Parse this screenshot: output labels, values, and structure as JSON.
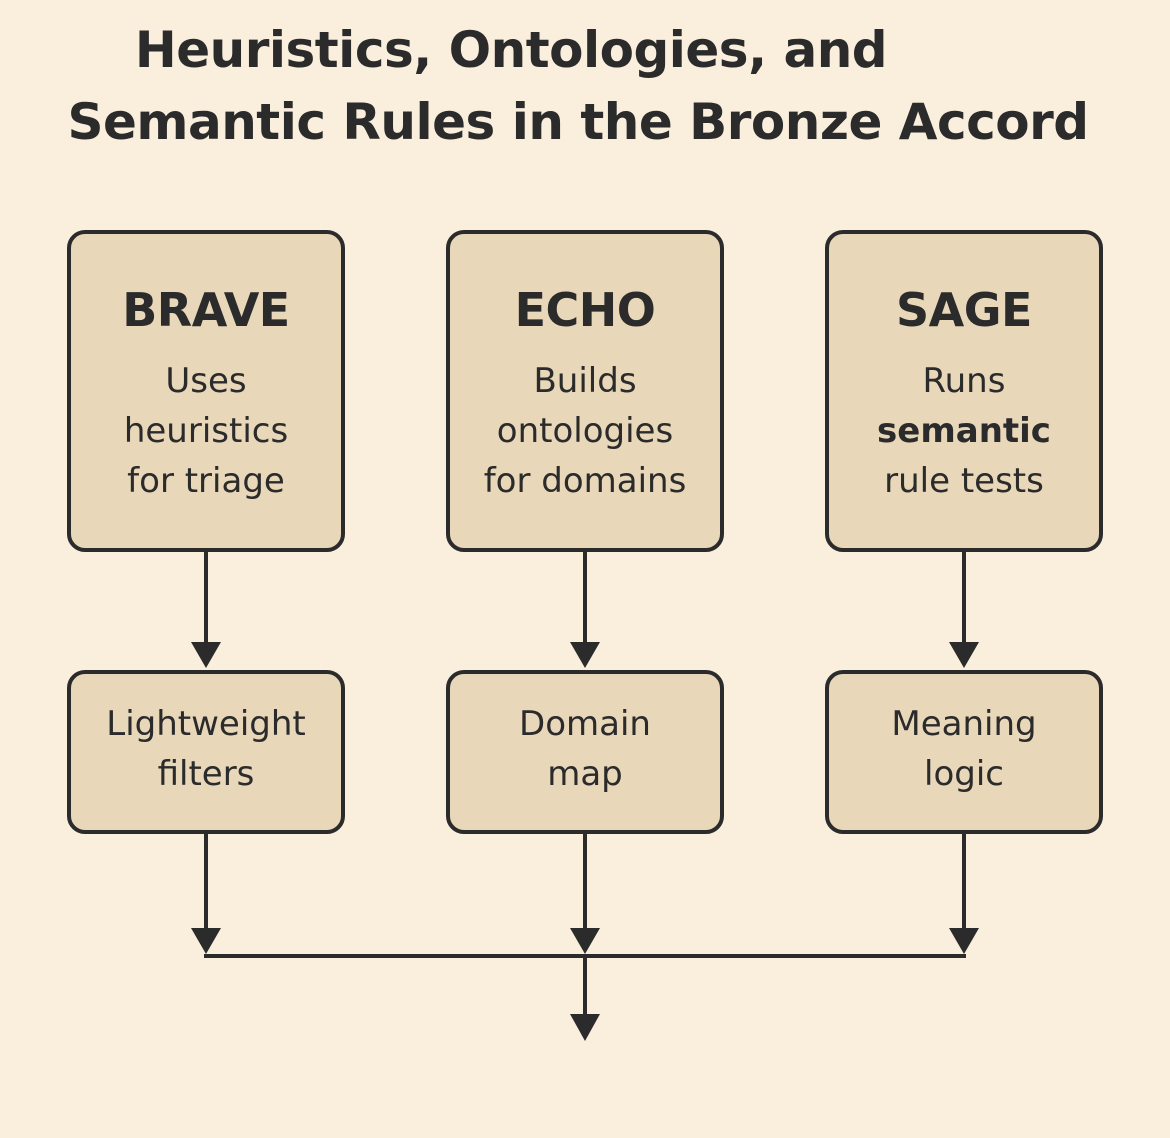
{
  "title": {
    "line1": "Heuristics, Ontologies, and",
    "line2": "Semantic Rules in the Bronze Accord"
  },
  "agents": [
    {
      "name": "BRAVE",
      "description": [
        {
          "text": "Uses",
          "bold": false
        },
        {
          "text": "heuristics",
          "bold": false
        },
        {
          "text": "for triage",
          "bold": false
        }
      ],
      "output": [
        "Lightweight",
        "filters"
      ]
    },
    {
      "name": "ECHO",
      "description": [
        {
          "text": "Builds",
          "bold": false
        },
        {
          "text": "ontologies",
          "bold": false
        },
        {
          "text": "for domains",
          "bold": false
        }
      ],
      "output": [
        "Domain",
        "map"
      ]
    },
    {
      "name": "SAGE",
      "description": [
        {
          "text": "Runs",
          "bold": false
        },
        {
          "text": "semantic",
          "bold": true
        },
        {
          "text": "rule tests",
          "bold": false
        }
      ],
      "output": [
        "Meaning",
        "logic"
      ]
    }
  ],
  "colors": {
    "background": "#faeedd",
    "box_fill": "#e8d7b9",
    "stroke": "#2b2b2b"
  }
}
